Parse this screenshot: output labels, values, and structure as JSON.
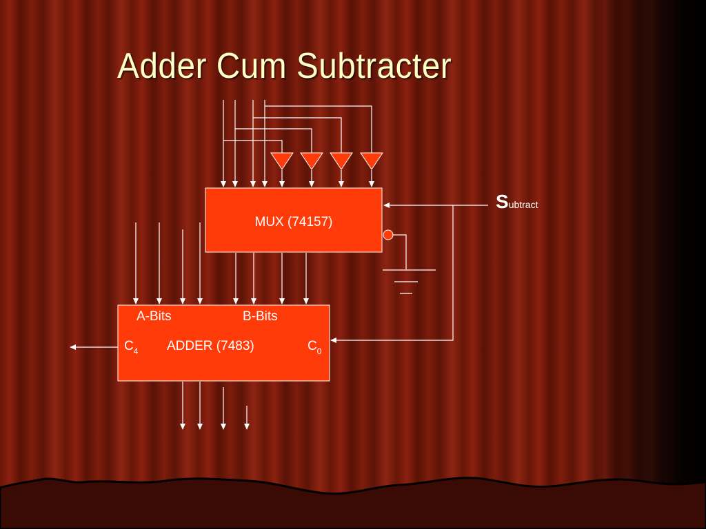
{
  "slide": {
    "title": "Adder Cum Subtracter"
  },
  "diagram": {
    "mux_label": "MUX (74157)",
    "adder_label": "ADDER (7483)",
    "a_bits_label": "A-Bits",
    "b_bits_label": "B-Bits",
    "carry_out_base": "C",
    "carry_out_sub": "4",
    "carry_in_base": "C",
    "carry_in_sub": "0",
    "subtract_big": "S",
    "subtract_rest": "ubtract"
  },
  "colors": {
    "block_fill": "#ff3b0a",
    "wire": "#ffffff",
    "title": "#ffffc8",
    "curtain": "#7a1a0a"
  }
}
